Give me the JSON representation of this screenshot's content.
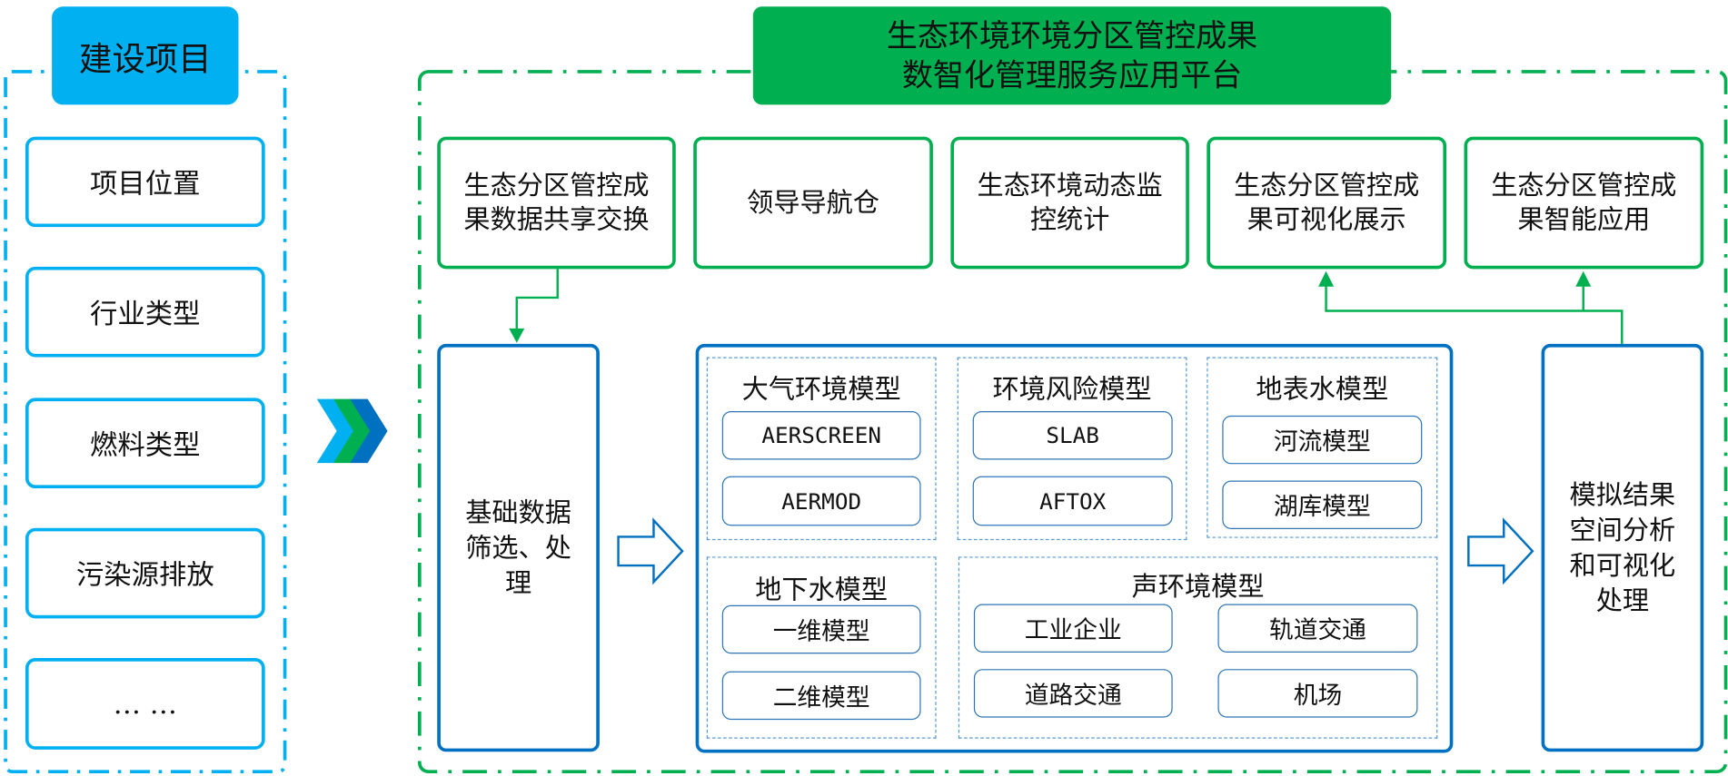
{
  "construction": {
    "title": "建设项目",
    "items": [
      "项目位置",
      "行业类型",
      "燃料类型",
      "污染源排放",
      "… …"
    ]
  },
  "platform": {
    "title_line1": "生态环境环境分区管控成果",
    "title_line2": "数智化管理服务应用平台",
    "modules": [
      "生态分区管控成果数据共享交换",
      "领导导航仓",
      "生态环境动态监控统计",
      "生态分区管控成果可视化展示",
      "生态分区管控成果智能应用"
    ],
    "basic_data": "基础数据筛选、处理",
    "simulation": "模拟结果空间分析和可视化处理",
    "models": {
      "air": {
        "title": "大气环境模型",
        "items": [
          "AERSCREEN",
          "AERMOD"
        ]
      },
      "risk": {
        "title": "环境风险模型",
        "items": [
          "SLAB",
          "AFTOX"
        ]
      },
      "surface_water": {
        "title": "地表水模型",
        "items": [
          "河流模型",
          "湖库模型"
        ]
      },
      "groundwater": {
        "title": "地下水模型",
        "items": [
          "一维模型",
          "二维模型"
        ]
      },
      "noise": {
        "title": "声环境模型",
        "items": [
          "工业企业",
          "轨道交通",
          "道路交通",
          "机场"
        ]
      }
    }
  },
  "colors": {
    "blue": "#00b0f0",
    "green": "#00b050",
    "dark_blue": "#0070c0"
  }
}
